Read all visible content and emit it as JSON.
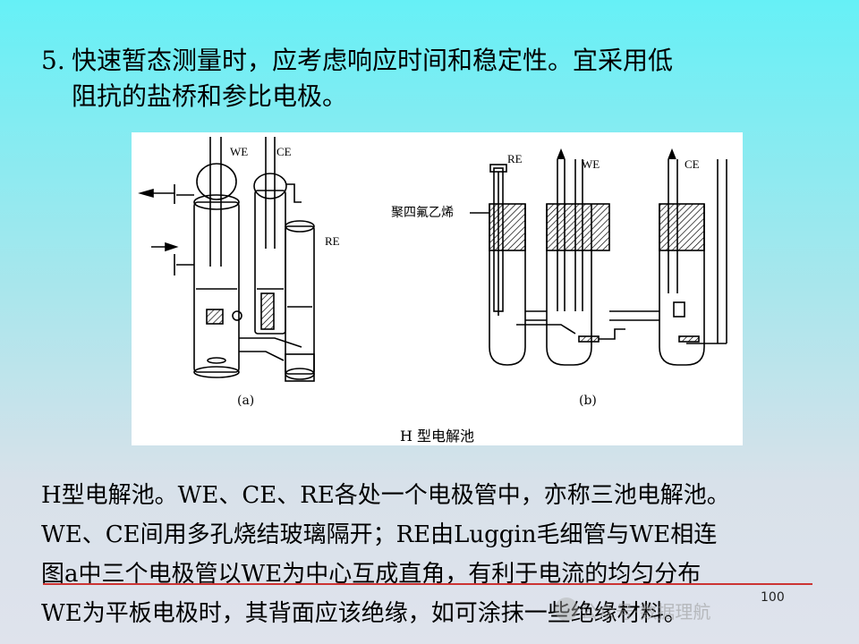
{
  "heading": {
    "number": "5.",
    "line1": "快速暂态测量时，应考虑响应时间和稳定性。宜采用低",
    "line2": "阻抗的盐桥和参比电极。"
  },
  "figure": {
    "caption": "H 型电解池",
    "sub_a": "(a)",
    "sub_b": "(b)",
    "labels_a": {
      "we": "WE",
      "ce": "CE",
      "re": "RE"
    },
    "labels_b": {
      "re": "RE",
      "we": "WE",
      "ce": "CE",
      "ptfe": "聚四氟乙烯"
    }
  },
  "body": [
    "H型电解池。WE、CE、RE各处一个电极管中，亦称三池电解池。",
    "WE、CE间用多孔烧结玻璃隔开；RE由Luggin毛细管与WE相连",
    "图a中三个电极管以WE为中心互成直角，有利于电流的均匀分布",
    "WE为平板电极时，其背面应该绝缘，如可涂抹一些绝缘材料。"
  ],
  "watermark": "公众号·数据理航",
  "page_number": "100"
}
